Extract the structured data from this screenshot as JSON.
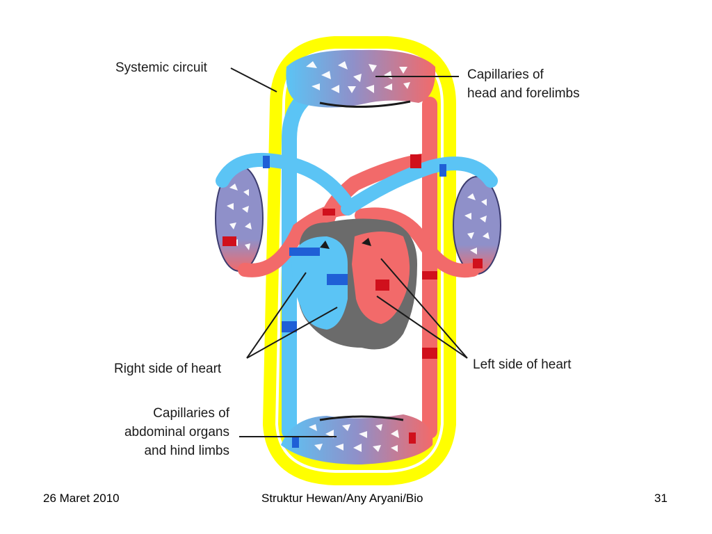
{
  "diagram": {
    "labels": {
      "systemic_circuit": "Systemic circuit",
      "capillaries_head_line1": "Capillaries of",
      "capillaries_head_line2": "head and forelimbs",
      "right_side": "Right side of heart",
      "left_side": "Left side of heart",
      "capillaries_abdominal_line1": "Capillaries of",
      "capillaries_abdominal_line2": "abdominal organs",
      "capillaries_abdominal_line3": "and hind limbs"
    },
    "colors": {
      "oxygen_poor": "#5bc4f5",
      "oxygen_rich": "#f26a6a",
      "vessel_band_blue": "#1f5fd6",
      "vessel_band_red": "#d0101c",
      "capillary_bed": "#8f90c9",
      "heart_wall": "#6b6b6b",
      "systemic_highlight": "#ffff00"
    }
  },
  "footer": {
    "date": "26 Maret 2010",
    "title": "Struktur Hewan/Any Aryani/Bio",
    "page": "31"
  }
}
